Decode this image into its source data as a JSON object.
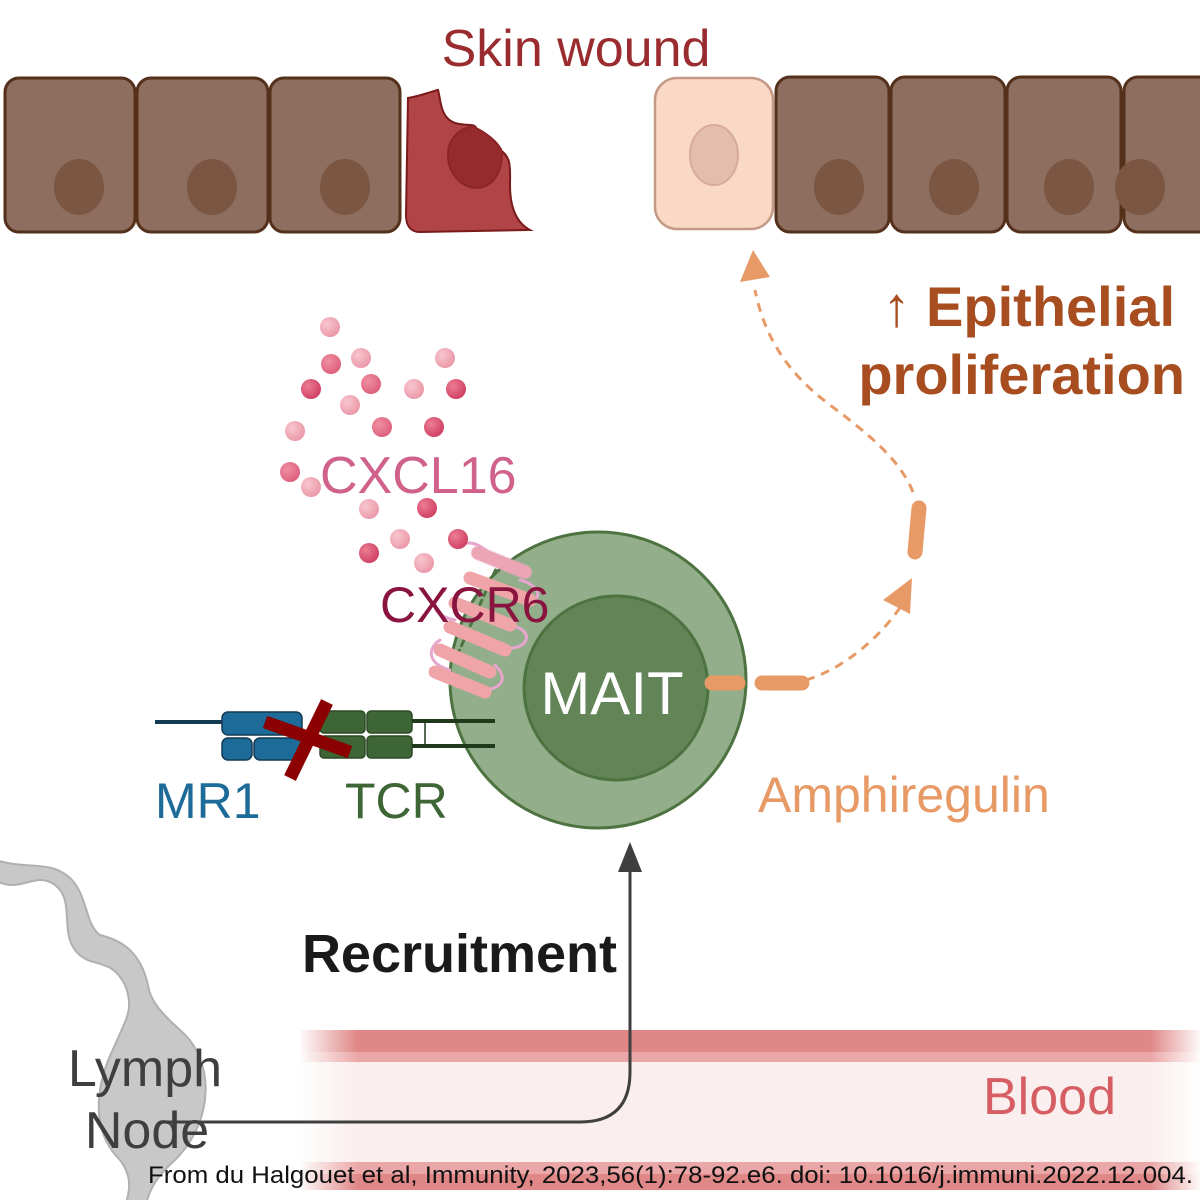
{
  "labels": {
    "skin_wound": "Skin wound",
    "epithelial_line1": "↑ Epithelial",
    "epithelial_line2": "proliferation",
    "cxcl16": "CXCL16",
    "cxcr6": "CXCR6",
    "mait": "MAIT",
    "mr1": "MR1",
    "tcr": "TCR",
    "amphiregulin": "Amphiregulin",
    "recruitment": "Recruitment",
    "lymph_line1": "Lymph",
    "lymph_line2": "Node",
    "blood": "Blood",
    "citation": "From du Halgouet et al, Immunity, 2023,56(1):78-92.e6. doi: 10.1016/j.immuni.2022.12.004."
  },
  "colors": {
    "cell_fill": "#8d6e5f",
    "cell_border": "#55301b",
    "nucleus": "#7a5643",
    "wound_fill": "#b04447",
    "wound_nucleus": "#952b2d",
    "proliferating_cell": "#f9d9c6",
    "proliferating_border": "#c49a86",
    "proliferating_nucleus": "#e4beac",
    "skin_wound_text": "#9a2b2e",
    "epithelial_text": "#a74d1f",
    "cxcl16_text": "#d0618a",
    "cxcr6_text": "#8a1440",
    "mait_outer": "#93ae8a",
    "mait_inner": "#628456",
    "mait_border": "#4d7340",
    "mr1": "#1d6b99",
    "tcr": "#3d6535",
    "x_mark": "#8b0000",
    "amphiregulin": "#e89a66",
    "recruitment_text": "#1a1a1a",
    "arrow_gray": "#3f3f3f",
    "lymph_gray": "#c8c8c8",
    "lymph_text": "#3f3f3f",
    "blood_dark": "#e08787",
    "blood_mid": "#eba7a7",
    "blood_light": "#fbeeee",
    "blood_text": "#d65e62"
  },
  "diagram": {
    "left_cells": [
      "cell",
      "cell",
      "cell"
    ],
    "right_cells": [
      "cell",
      "cell",
      "cell"
    ],
    "wounded_cell": "damaged keratinocyte",
    "proliferating_cell": "proliferating keratinocyte",
    "interaction": "MR1-TCR blocked"
  }
}
